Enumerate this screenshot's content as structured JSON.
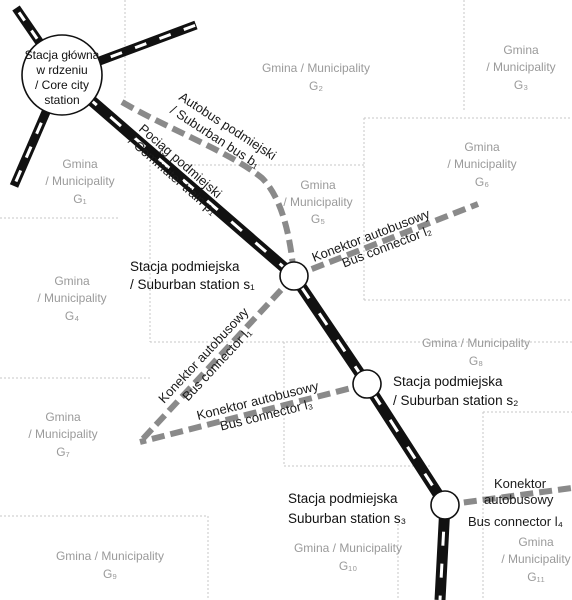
{
  "colors": {
    "rail": "#111111",
    "bus_dash": "#8a8a8a",
    "municipality_text": "#9a9a9a",
    "boundary": "#c7c7c7"
  },
  "core_station": {
    "line1": "Stacja główna",
    "line2": "w rdzeniu",
    "line3": "/ Core city",
    "line4": "station"
  },
  "municipalities": [
    {
      "line1": "Gmina / Municipality",
      "sub": "G₂"
    },
    {
      "line1": "Gmina",
      "line2": "/ Municipality",
      "sub": "G₃"
    },
    {
      "line1": "Gmina",
      "line2": "/ Municipality",
      "sub": "G₁"
    },
    {
      "line1": "Gmina",
      "line2": "/ Municipality",
      "sub": "G₆"
    },
    {
      "line1": "Gmina",
      "line2": "/ Municipality",
      "sub": "G₅"
    },
    {
      "line1": "Gmina",
      "line2": "/ Municipality",
      "sub": "G₄"
    },
    {
      "line1": "Gmina / Municipality",
      "sub": "G₈"
    },
    {
      "line1": "Gmina",
      "line2": "/ Municipality",
      "sub": "G₇"
    },
    {
      "line1": "Gmina / Municipality",
      "sub": "G₉"
    },
    {
      "line1": "Gmina / Municipality",
      "sub": "G₁₀"
    },
    {
      "line1": "Gmina",
      "line2": "/ Municipality",
      "sub": "G₁₁"
    }
  ],
  "lines": {
    "bus_b1": {
      "line1": "Autobus podmiejski",
      "line2": "/ Suburban bus b₁"
    },
    "train_p1": {
      "line1": "Pociąg podmiejski",
      "line2": "/ Commuter train p₁"
    },
    "connector_l2": {
      "line1": "Konektor autobusowy",
      "line2": "Bus connector l₂"
    },
    "connector_l1": {
      "line1": "Konektor autobusowy",
      "line2": "Bus connector l₁"
    },
    "connector_l3": {
      "line1": "Konektor autobusowy",
      "line2": "Bus connector l₃"
    },
    "connector_l4": {
      "line1": "Konektor",
      "line2": "autobusowy",
      "line3": "Bus connector l₄"
    }
  },
  "stations": {
    "s1": {
      "line1": "Stacja podmiejska",
      "line2": "/ Suburban station s₁"
    },
    "s2": {
      "line1": "Stacja podmiejska",
      "line2": "/ Suburban station s₂"
    },
    "s3": {
      "line1": "Stacja podmiejska",
      "line2": "Suburban station s₃"
    }
  }
}
